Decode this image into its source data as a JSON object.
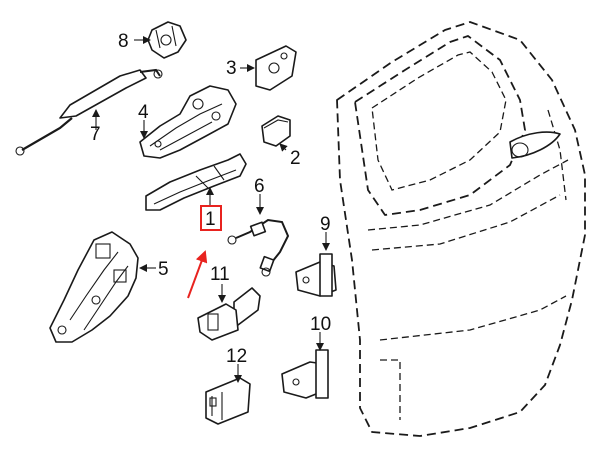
{
  "diagram": {
    "callouts": {
      "c1": "1",
      "c2": "2",
      "c3": "3",
      "c4": "4",
      "c5": "5",
      "c6": "6",
      "c7": "7",
      "c8": "8",
      "c9": "9",
      "c10": "10",
      "c11": "11",
      "c12": "12"
    },
    "colors": {
      "highlight": "#e8231f",
      "line": "#1a1a1a",
      "background": "#ffffff"
    },
    "highlighted_callout": "1"
  }
}
